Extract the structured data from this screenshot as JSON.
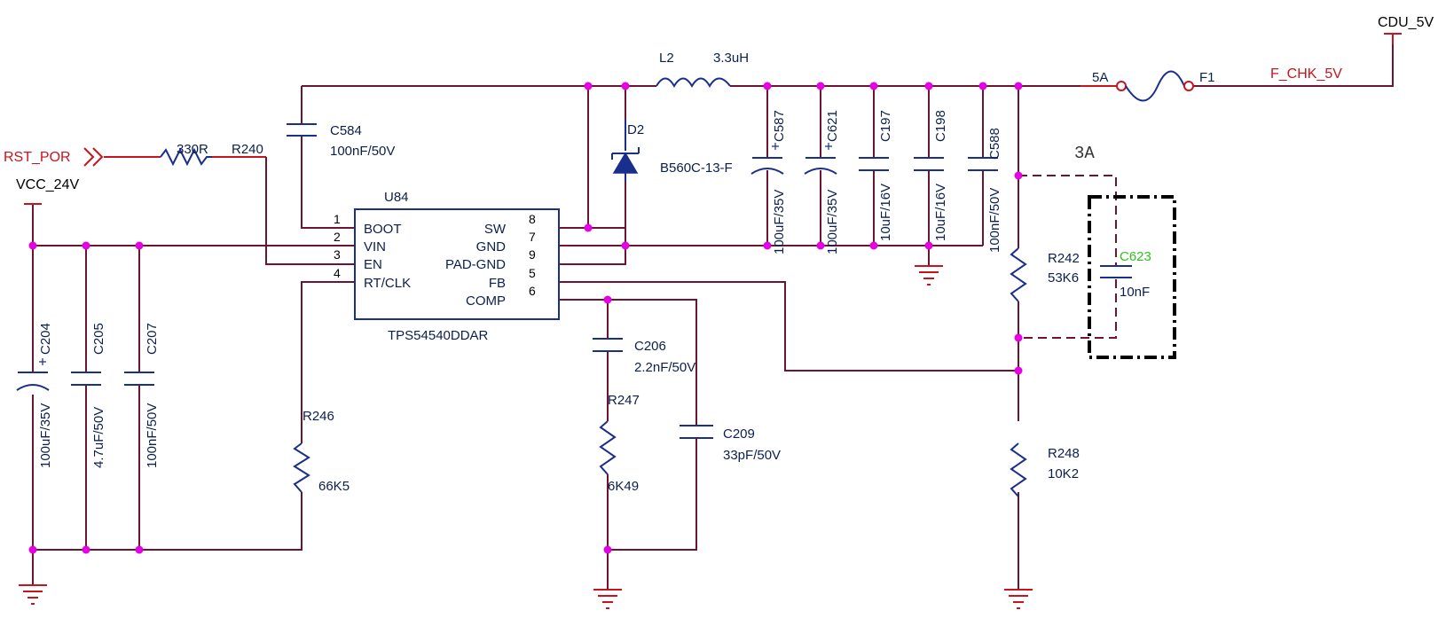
{
  "nets": {
    "rst_por": "RST_POR",
    "vcc_24v": "VCC_24V",
    "cdu_5v": "CDU_5V",
    "f_chk_5v": "F_CHK_5V"
  },
  "ic": {
    "ref": "U84",
    "part": "TPS54540DDAR",
    "pins_left": [
      {
        "num": "1",
        "name": "BOOT"
      },
      {
        "num": "2",
        "name": "VIN"
      },
      {
        "num": "3",
        "name": "EN"
      },
      {
        "num": "4",
        "name": "RT/CLK"
      }
    ],
    "pins_right": [
      {
        "num": "8",
        "name": "SW"
      },
      {
        "num": "7",
        "name": "GND"
      },
      {
        "num": "9",
        "name": "PAD-GND"
      },
      {
        "num": "5",
        "name": "FB"
      },
      {
        "num": "6",
        "name": "COMP"
      }
    ]
  },
  "components": {
    "r240": {
      "ref": "R240",
      "value": "330R"
    },
    "c584": {
      "ref": "C584",
      "value": "100nF/50V"
    },
    "l2": {
      "ref": "L2",
      "value": "3.3uH"
    },
    "d2": {
      "ref": "D2",
      "value": "B560C-13-F"
    },
    "f1": {
      "ref": "F1",
      "value": "5A"
    },
    "c587": {
      "ref": "C587",
      "value": "100uF/35V"
    },
    "c621": {
      "ref": "C621",
      "value": "100uF/35V"
    },
    "c197": {
      "ref": "C197",
      "value": "10uF/16V"
    },
    "c198": {
      "ref": "C198",
      "value": "10uF/16V"
    },
    "c588": {
      "ref": "C588",
      "value": "100nF/50V"
    },
    "r242": {
      "ref": "R242",
      "value": "53K6"
    },
    "c623": {
      "ref": "C623",
      "value": "10nF"
    },
    "r248": {
      "ref": "R248",
      "value": "10K2"
    },
    "c204": {
      "ref": "C204",
      "value": "100uF/35V"
    },
    "c205": {
      "ref": "C205",
      "value": "4.7uF/50V"
    },
    "c207": {
      "ref": "C207",
      "value": "100nF/50V"
    },
    "r246": {
      "ref": "R246",
      "value": "66K5"
    },
    "c206": {
      "ref": "C206",
      "value": "2.2nF/50V"
    },
    "r247": {
      "ref": "R247",
      "value": "6K49"
    },
    "c209": {
      "ref": "C209",
      "value": "33pF/50V"
    }
  },
  "annotations": {
    "current_note": "3A"
  },
  "colors": {
    "wire": "#6b1530",
    "component": "#1a2e8c",
    "net_label": "#c8141e",
    "junction": "#e600e6",
    "highlight": "#2ec21e"
  }
}
